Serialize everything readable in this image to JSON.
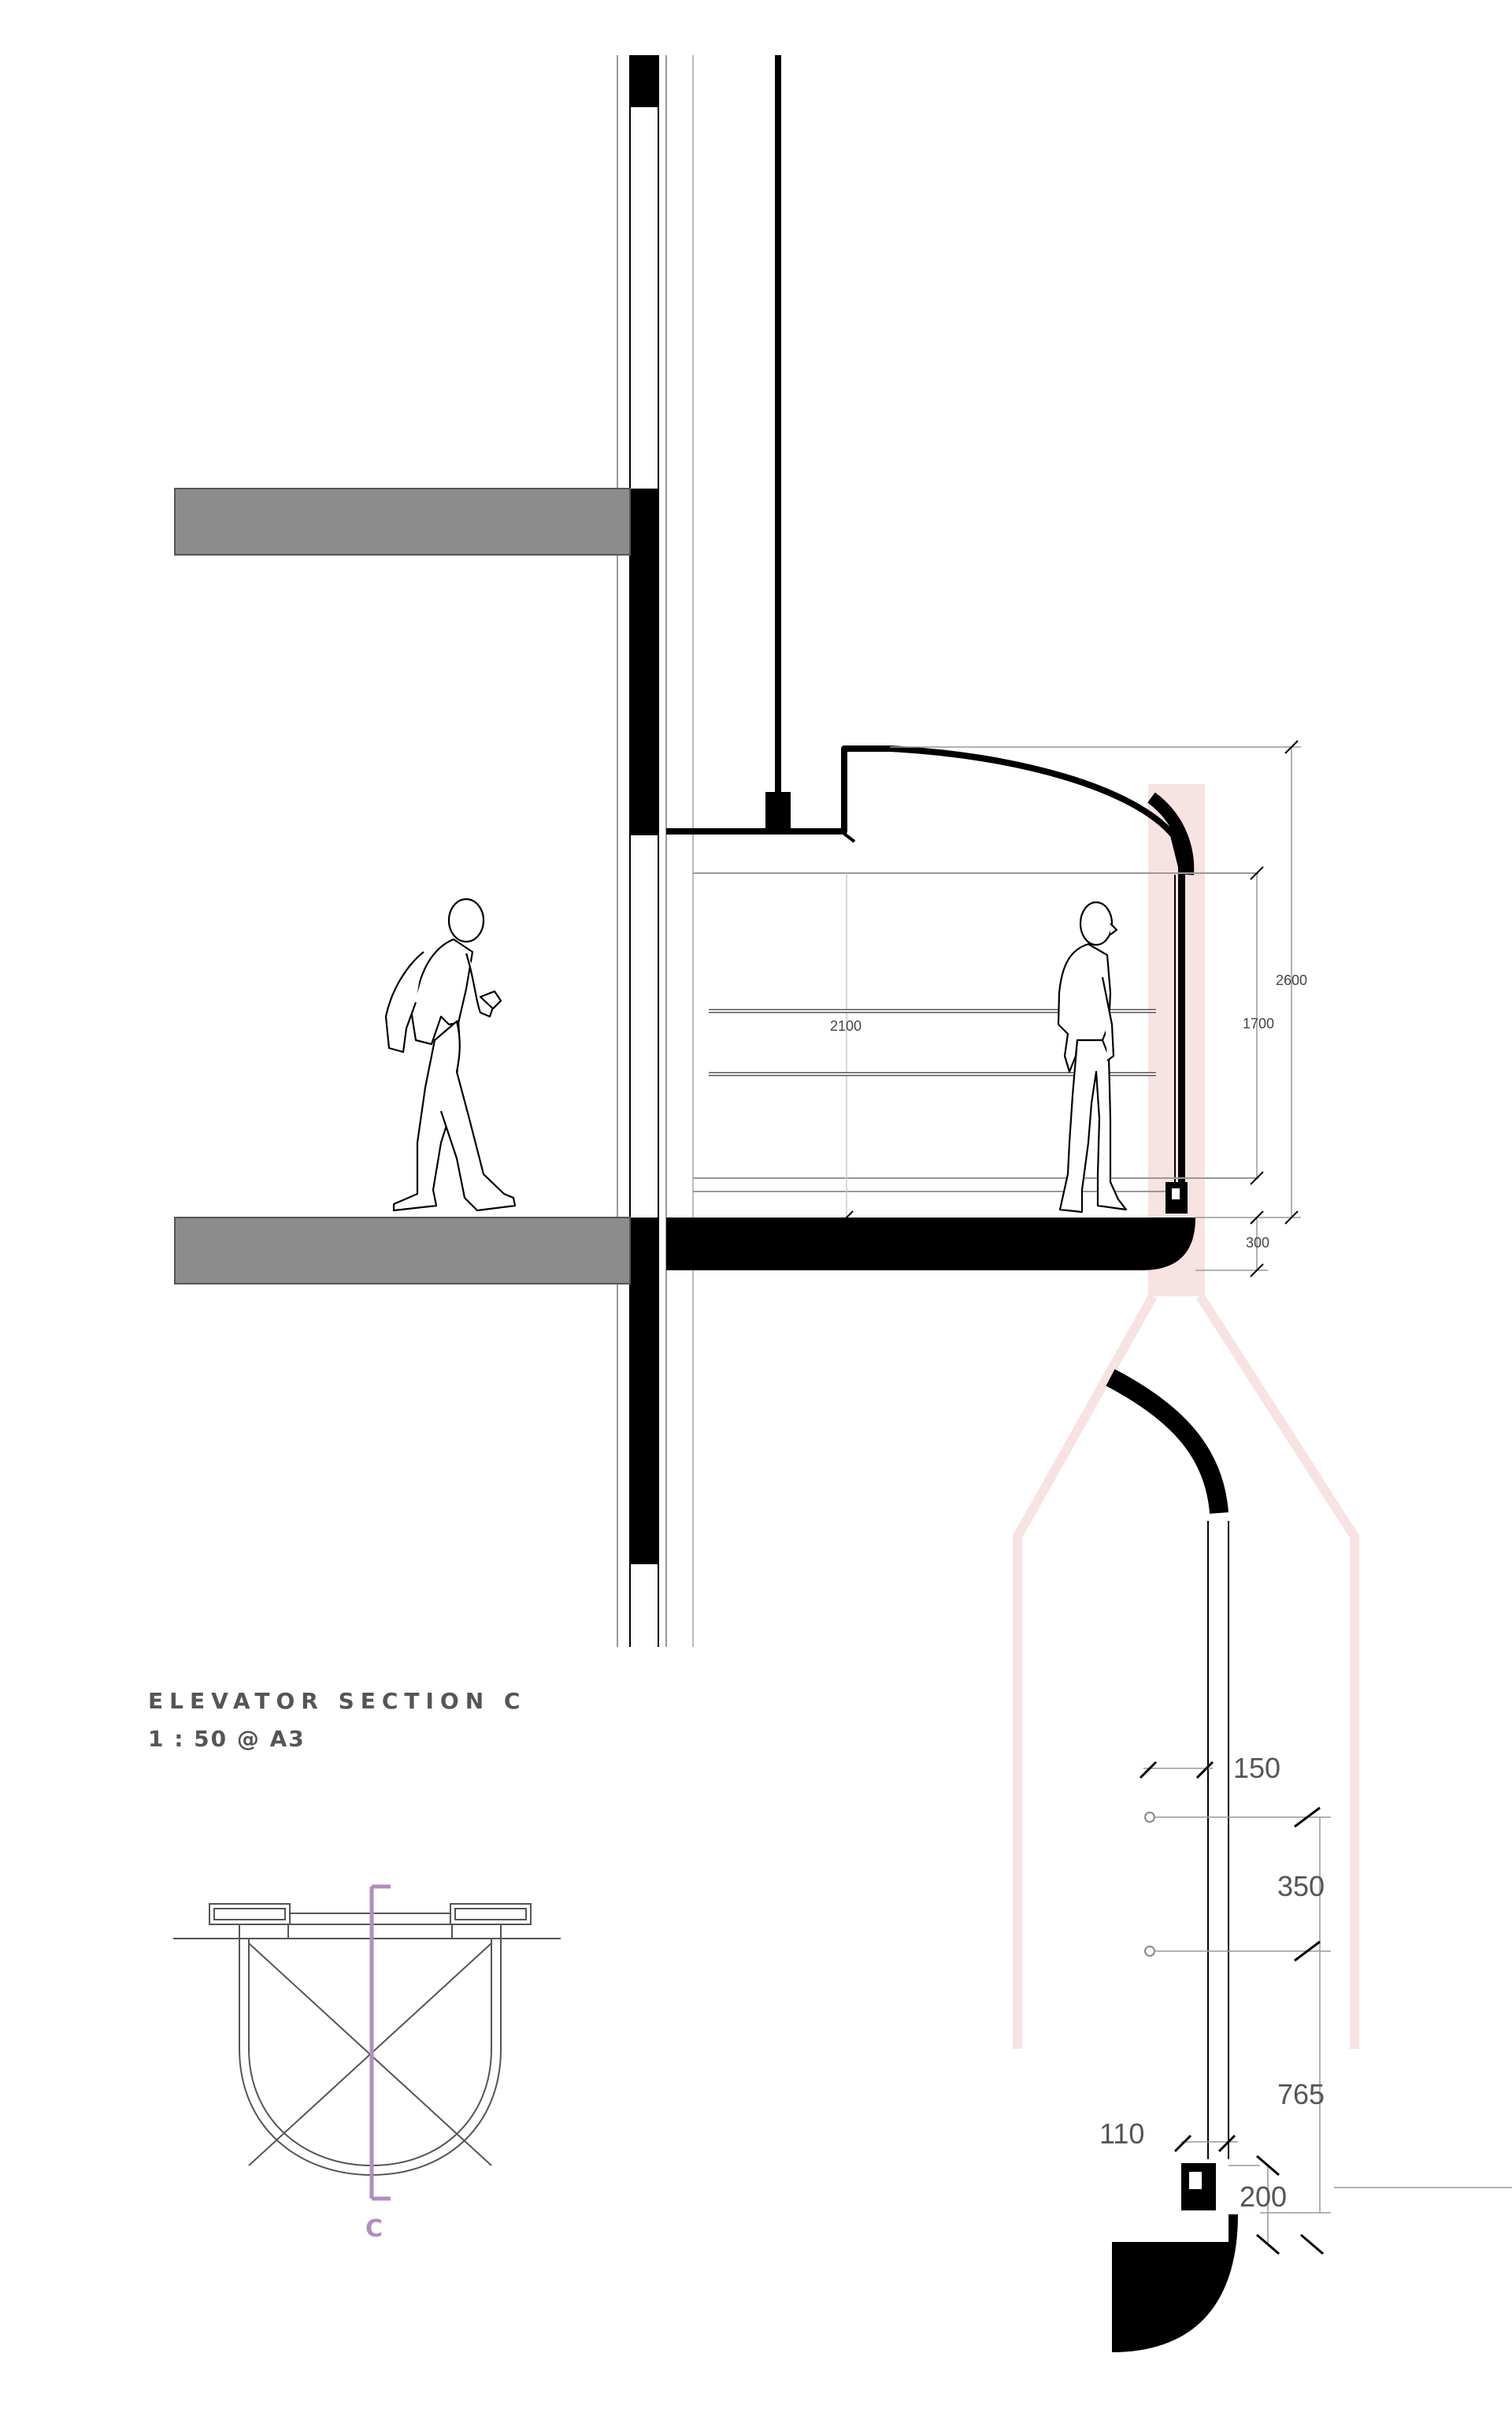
{
  "title": "ELEVATOR SECTION C",
  "scale": "1 : 50 @ A3",
  "section_marker": "C",
  "colors": {
    "ink": "#000000",
    "slab": "#8c8c8c",
    "highlight": "#f6e0df",
    "section_line": "#b48cc0",
    "dim_text": "#555555"
  },
  "dimensions_main": {
    "cabin_length": "2100",
    "overall_height": "2600",
    "glass_height": "1700",
    "base_depth": "300"
  },
  "dimensions_detail": {
    "d150": "150",
    "d350": "350",
    "d765": "765",
    "d110": "110",
    "d200": "200"
  }
}
